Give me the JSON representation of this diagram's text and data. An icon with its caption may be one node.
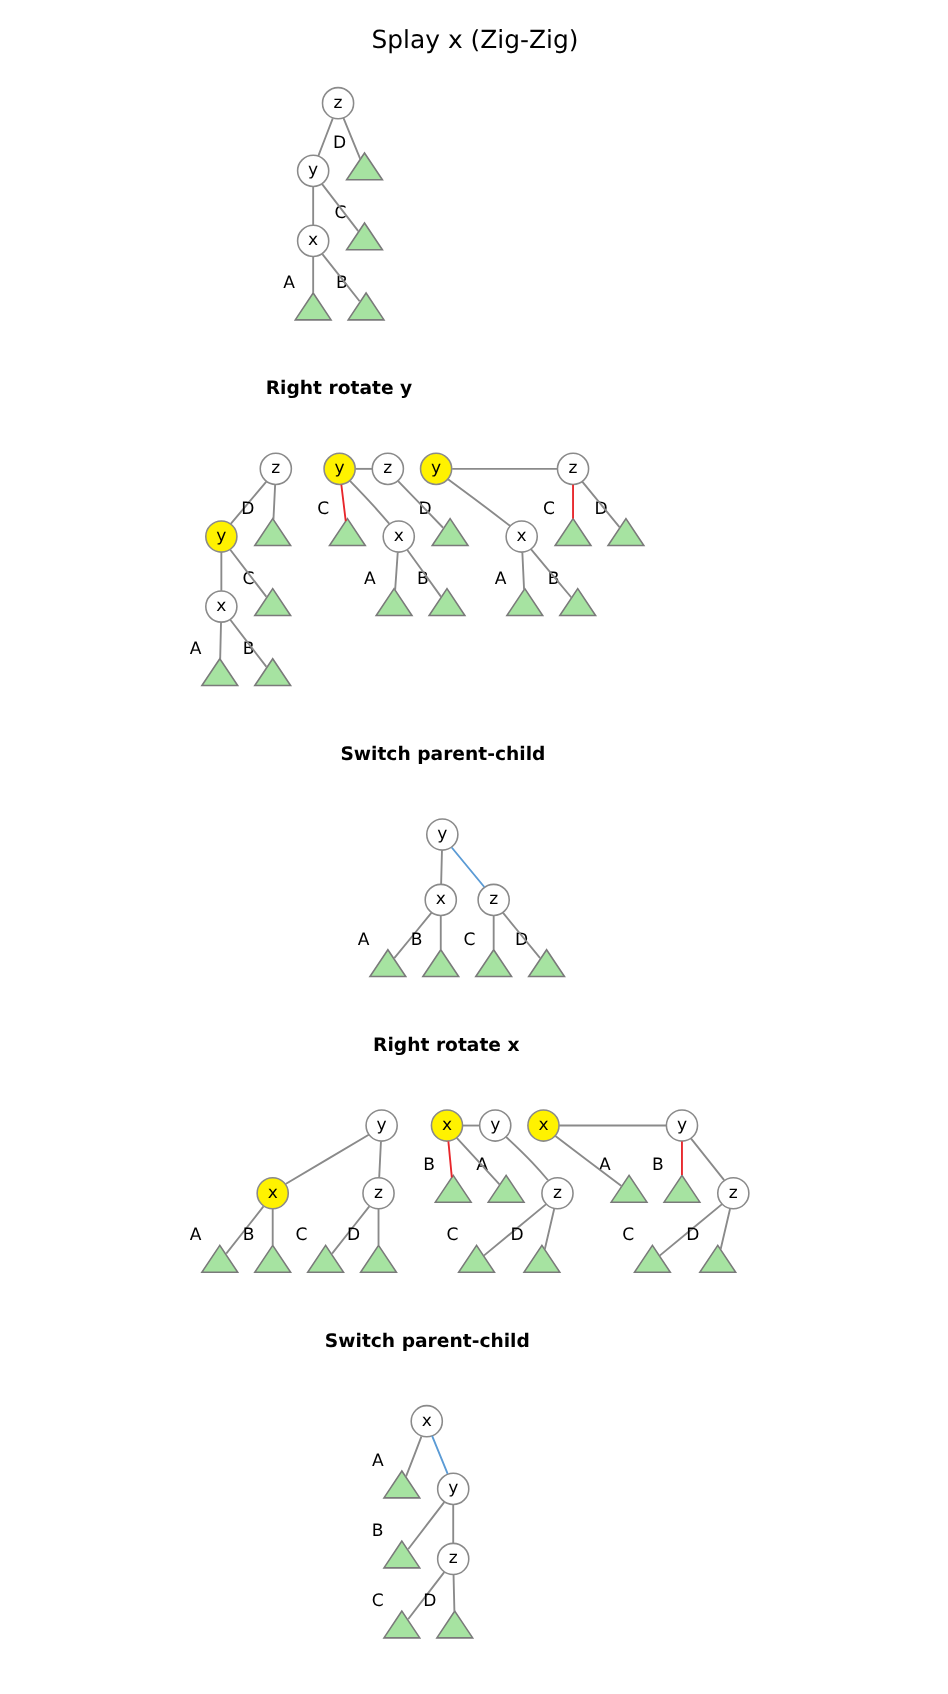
{
  "diagram": {
    "title": "Splay x (Zig-Zig)",
    "nodes": [
      {
        "text": [
          "z"
        ]
      },
      {
        "text": [
          "y"
        ]
      },
      {
        "text": [],
        "shape": "triangle",
        "beside": [
          "D"
        ]
      },
      {
        "text": [
          "x"
        ]
      },
      {
        "text": [],
        "shape": "triangle",
        "beside": [
          "C"
        ]
      },
      {
        "text": [],
        "shape": "triangle",
        "beside": [
          "A"
        ]
      },
      {
        "text": [],
        "shape": "triangle",
        "beside": [
          "B"
        ]
      },
      {
        "text": [
          "z"
        ]
      },
      {
        "text": [
          "y"
        ]
      },
      {
        "text": [],
        "shape": "triangle",
        "beside": [
          "D"
        ]
      },
      {
        "text": [
          "x"
        ]
      },
      {
        "text": [],
        "shape": "triangle",
        "beside": [
          "C"
        ]
      },
      {
        "text": [],
        "shape": "triangle",
        "beside": [
          "A"
        ]
      },
      {
        "text": [],
        "shape": "triangle",
        "beside": [
          "B"
        ]
      },
      {
        "text": [
          "y"
        ]
      },
      {
        "text": [
          "z"
        ]
      },
      {
        "text": [
          "x"
        ]
      },
      {
        "text": [],
        "shape": "triangle",
        "beside": [
          "C"
        ]
      },
      {
        "text": [],
        "shape": "triangle",
        "beside": [
          "D"
        ]
      },
      {
        "text": [],
        "shape": "triangle",
        "beside": [
          "A"
        ]
      },
      {
        "text": [],
        "shape": "triangle",
        "beside": [
          "B"
        ]
      },
      {
        "text": [
          "y"
        ]
      },
      {
        "text": [
          "z"
        ]
      },
      {
        "text": [
          "x"
        ]
      },
      {
        "text": [],
        "shape": "triangle",
        "beside": [
          "C"
        ]
      },
      {
        "text": [],
        "shape": "triangle",
        "beside": [
          "D"
        ]
      },
      {
        "text": [],
        "shape": "triangle",
        "beside": [
          "A"
        ]
      },
      {
        "text": [],
        "shape": "triangle",
        "beside": [
          "B"
        ]
      },
      {
        "text": [
          "y"
        ]
      },
      {
        "text": [
          "x"
        ]
      },
      {
        "text": [
          "z"
        ]
      },
      {
        "text": [],
        "shape": "triangle",
        "beside": [
          "A"
        ]
      },
      {
        "text": [],
        "shape": "triangle",
        "beside": [
          "B"
        ]
      },
      {
        "text": [],
        "shape": "triangle",
        "beside": [
          "C"
        ]
      },
      {
        "text": [],
        "shape": "triangle",
        "beside": [
          "D"
        ]
      },
      {
        "text": [
          "y"
        ]
      },
      {
        "text": [
          "x"
        ]
      },
      {
        "text": [
          "z"
        ]
      },
      {
        "text": [],
        "shape": "triangle",
        "beside": [
          "A"
        ]
      },
      {
        "text": [],
        "shape": "triangle",
        "beside": [
          "B"
        ]
      },
      {
        "text": [],
        "shape": "triangle",
        "beside": [
          "C"
        ]
      },
      {
        "text": [],
        "shape": "triangle",
        "beside": [
          "D"
        ]
      },
      {
        "text": [
          "x"
        ]
      },
      {
        "text": [
          "y"
        ]
      },
      {
        "text": [],
        "shape": "triangle",
        "beside": [
          "A"
        ]
      },
      {
        "text": [],
        "shape": "triangle",
        "beside": [
          "B"
        ]
      },
      {
        "text": [
          "z"
        ]
      },
      {
        "text": [],
        "shape": "triangle",
        "beside": [
          "C"
        ]
      },
      {
        "text": [],
        "shape": "triangle",
        "beside": [
          "D"
        ]
      },
      {
        "text": [
          "x"
        ]
      },
      {
        "text": [
          "y"
        ]
      },
      {
        "text": [],
        "shape": "triangle",
        "beside": [
          "A"
        ]
      },
      {
        "text": [],
        "shape": "triangle",
        "beside": [
          "B"
        ]
      },
      {
        "text": [
          "z"
        ]
      },
      {
        "text": [],
        "shape": "triangle",
        "beside": [
          "C"
        ]
      },
      {
        "text": [],
        "shape": "triangle",
        "beside": [
          "D"
        ]
      },
      {
        "text": [
          "x"
        ]
      },
      {
        "text": [],
        "shape": "triangle",
        "beside": [
          "A"
        ]
      },
      {
        "text": [
          "y"
        ]
      },
      {
        "text": [],
        "shape": "triangle",
        "beside": [
          "B"
        ]
      },
      {
        "text": [
          "z"
        ]
      },
      {
        "text": [],
        "shape": "triangle",
        "beside": [
          "C"
        ]
      },
      {
        "text": [],
        "shape": "triangle",
        "beside": [
          "D"
        ]
      }
    ],
    "edges": [
      {
        "from": 0,
        "to": 1,
        "arrow": "none"
      },
      {
        "from": 0,
        "to": 2,
        "arrow": "none"
      },
      {
        "from": 1,
        "to": 3,
        "arrow": "none"
      },
      {
        "from": 1,
        "to": 4,
        "arrow": "none"
      },
      {
        "from": 3,
        "to": 5,
        "arrow": "none"
      },
      {
        "from": 3,
        "to": 6,
        "arrow": "none"
      },
      {
        "from": 7,
        "to": 8,
        "arrow": "none"
      },
      {
        "from": 7,
        "to": 9,
        "arrow": "none"
      },
      {
        "from": 8,
        "to": 10,
        "arrow": "none"
      },
      {
        "from": 8,
        "to": 11,
        "arrow": "none"
      },
      {
        "from": 10,
        "to": 12,
        "arrow": "none"
      },
      {
        "from": 10,
        "to": 13,
        "arrow": "none"
      },
      {
        "from": 14,
        "to": 15,
        "arrow": "none"
      },
      {
        "from": 14,
        "to": 16,
        "arrow": "none"
      },
      {
        "from": 14,
        "to": 17,
        "arrow": "none",
        "color": "#e8262b"
      },
      {
        "from": 15,
        "to": 18,
        "arrow": "none"
      },
      {
        "from": 16,
        "to": 19,
        "arrow": "none"
      },
      {
        "from": 16,
        "to": 20,
        "arrow": "none"
      },
      {
        "from": 21,
        "to": 22,
        "arrow": "none"
      },
      {
        "from": 21,
        "to": 23,
        "arrow": "none"
      },
      {
        "from": 22,
        "to": 24,
        "arrow": "none",
        "color": "#e8262b"
      },
      {
        "from": 22,
        "to": 25,
        "arrow": "none"
      },
      {
        "from": 23,
        "to": 26,
        "arrow": "none"
      },
      {
        "from": 23,
        "to": 27,
        "arrow": "none"
      },
      {
        "from": 28,
        "to": 29,
        "arrow": "none"
      },
      {
        "from": 28,
        "to": 30,
        "arrow": "none",
        "color": "#5b9bd5"
      },
      {
        "from": 29,
        "to": 31,
        "arrow": "none"
      },
      {
        "from": 29,
        "to": 32,
        "arrow": "none"
      },
      {
        "from": 30,
        "to": 33,
        "arrow": "none"
      },
      {
        "from": 30,
        "to": 34,
        "arrow": "none"
      },
      {
        "from": 35,
        "to": 36,
        "arrow": "none"
      },
      {
        "from": 35,
        "to": 37,
        "arrow": "none"
      },
      {
        "from": 36,
        "to": 38,
        "arrow": "none"
      },
      {
        "from": 36,
        "to": 39,
        "arrow": "none"
      },
      {
        "from": 37,
        "to": 40,
        "arrow": "none"
      },
      {
        "from": 37,
        "to": 41,
        "arrow": "none"
      },
      {
        "from": 42,
        "to": 43,
        "arrow": "none"
      },
      {
        "from": 42,
        "to": 44,
        "arrow": "none"
      },
      {
        "from": 42,
        "to": 45,
        "arrow": "none",
        "color": "#e8262b"
      },
      {
        "from": 43,
        "to": 46,
        "arrow": "none"
      },
      {
        "from": 46,
        "to": 47,
        "arrow": "none"
      },
      {
        "from": 46,
        "to": 48,
        "arrow": "none"
      },
      {
        "from": 49,
        "to": 50,
        "arrow": "none"
      },
      {
        "from": 49,
        "to": 51,
        "arrow": "none"
      },
      {
        "from": 50,
        "to": 52,
        "arrow": "none",
        "color": "#e8262b"
      },
      {
        "from": 50,
        "to": 53,
        "arrow": "none"
      },
      {
        "from": 53,
        "to": 54,
        "arrow": "none"
      },
      {
        "from": 53,
        "to": 55,
        "arrow": "none"
      },
      {
        "from": 56,
        "to": 57,
        "arrow": "none"
      },
      {
        "from": 56,
        "to": 58,
        "arrow": "none",
        "color": "#5b9bd5"
      },
      {
        "from": 58,
        "to": 59,
        "arrow": "none"
      },
      {
        "from": 58,
        "to": 60,
        "arrow": "none"
      },
      {
        "from": 60,
        "to": 61,
        "arrow": "none"
      },
      {
        "from": 60,
        "to": 62,
        "arrow": "none"
      }
    ],
    "labels": [
      "Right rotate y",
      "Switch parent-child",
      "Right rotate x",
      "Switch parent-child"
    ]
  }
}
